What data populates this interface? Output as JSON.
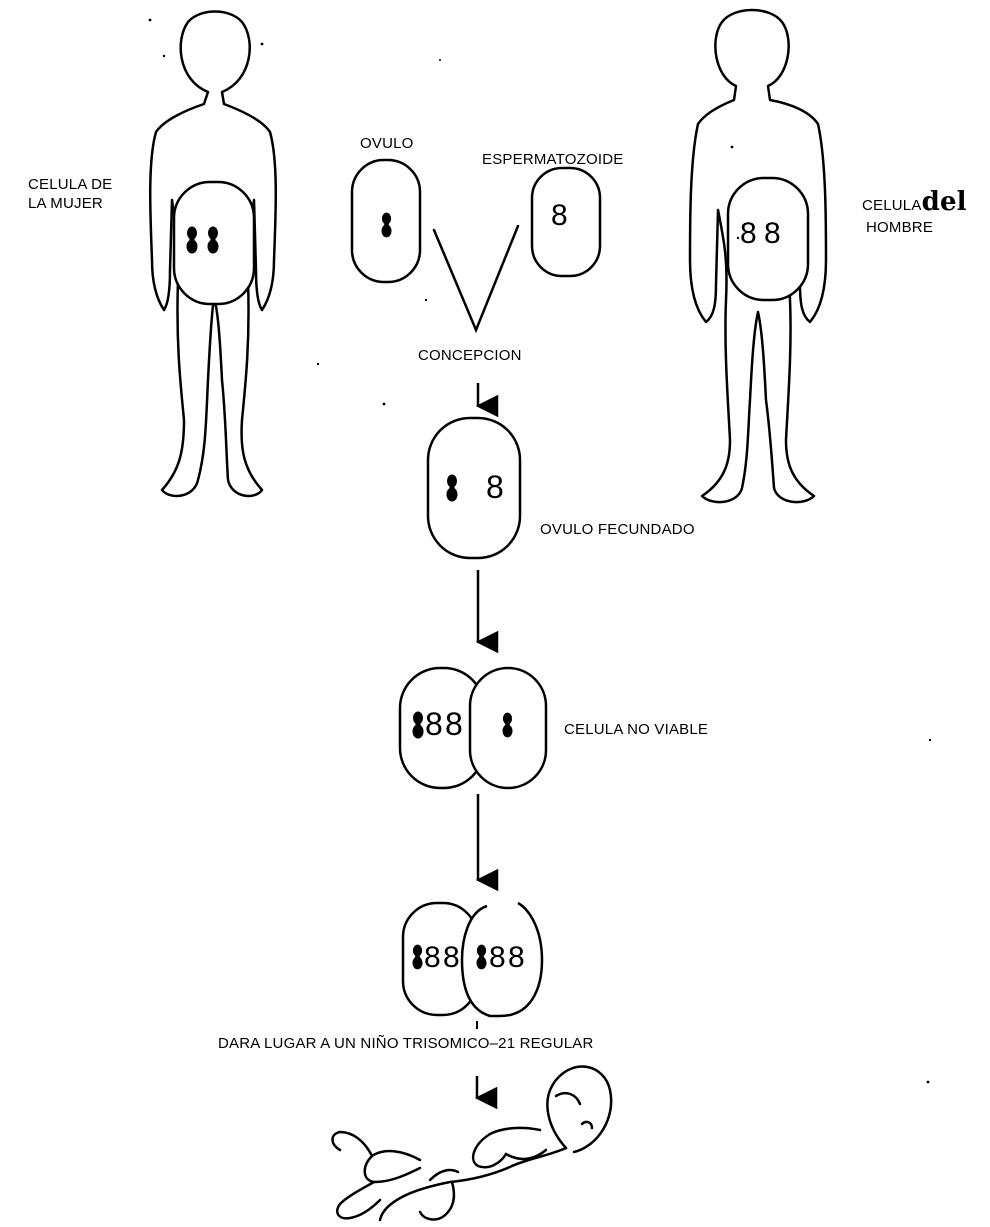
{
  "labels": {
    "woman_cell_line1": "CELULA DE",
    "woman_cell_line2": "LA MUJER",
    "ovum": "OVULO",
    "sperm": "ESPERMATOZOIDE",
    "man_cell_prefix": "CELULA",
    "man_cell_suffix": "del",
    "man_cell_line2": "HOMBRE",
    "conception": "CONCEPCION",
    "fertilized_ovum": "OVULO FECUNDADO",
    "nonviable_cell": "CELULA NO VIABLE",
    "result": "DARA LUGAR A UN NIÑO TRISOMICO–21 REGULAR"
  },
  "chromosome_glyph": "8",
  "colors": {
    "ink": "#000000",
    "background": "#ffffff"
  },
  "icons": [
    "woman-figure-icon",
    "man-figure-icon",
    "baby-icon",
    "arrow-down-icon",
    "chromosome-icon"
  ]
}
